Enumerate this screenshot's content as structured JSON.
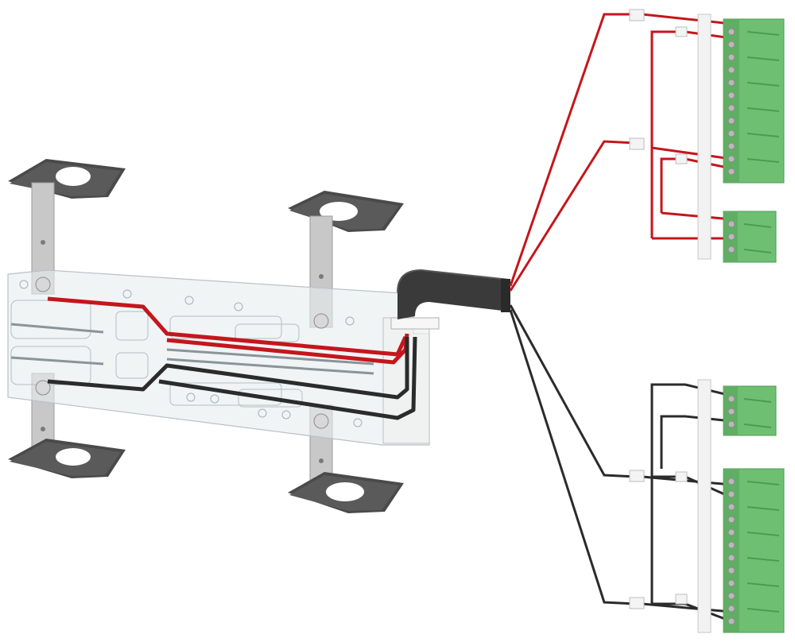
{
  "figure": {
    "caption": "",
    "colors": {
      "background": "#ffffff",
      "wire_red": "#c4161c",
      "wire_black": "#2b2b2b",
      "cable_sheath": "#3a3a3a",
      "bracket_metal": "#c8c8c8",
      "plate_dark": "#4a4a4a",
      "pcb_clear": "#e6ecee",
      "terminal_green": "#6fbf73",
      "terminal_green_dark": "#4d9b52",
      "header_white": "#f2f2f2"
    },
    "components": [
      "mounting-bracket",
      "transparent-busbar-pcb",
      "multicore-cable",
      "red-wire-bundle",
      "black-wire-bundle",
      "green-terminal-connector",
      "white-header-strip"
    ],
    "counts": {
      "mounting_brackets": 4,
      "red_wires": 2,
      "black_wires": 2,
      "terminal_blocks": 4,
      "header_strips": 2
    }
  }
}
